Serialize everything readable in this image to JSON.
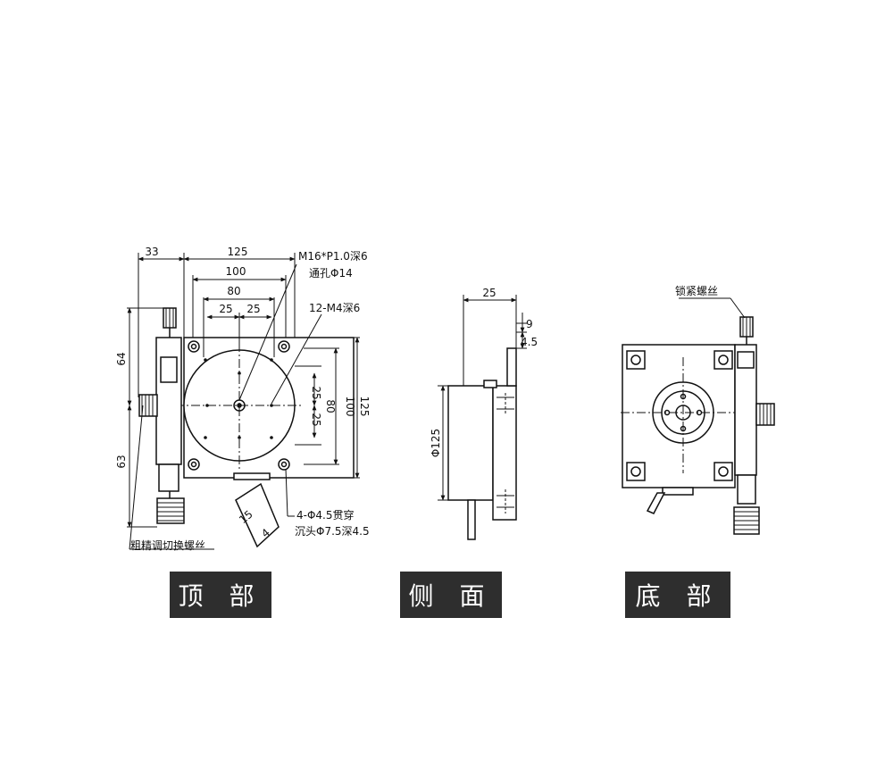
{
  "top_view": {
    "dims": {
      "d33": "33",
      "d125": "125",
      "d100": "100",
      "d80": "80",
      "d25a": "25",
      "d25b": "25",
      "v25a": "25",
      "v25b": "25",
      "v80": "80",
      "v100": "100",
      "v125": "125",
      "d64": "64",
      "d63": "63",
      "d15": "15",
      "d4": "4"
    },
    "notes": {
      "thread": "M16*P1.0深6",
      "through_hole": "通孔Φ14",
      "tapped_holes": "12-M4深6",
      "mount_holes": "4-Φ4.5贯穿",
      "counterbore": "沉头Φ7.5深4.5",
      "switch_screw": "粗精调切换螺丝"
    },
    "label": "顶 部"
  },
  "side_view": {
    "dims": {
      "d25": "25",
      "d9": "9",
      "d4_5": "4.5",
      "dia125": "Φ125"
    },
    "label": "侧 面"
  },
  "bottom_view": {
    "notes": {
      "lock_screw": "锁紧螺丝"
    },
    "label": "底 部"
  }
}
